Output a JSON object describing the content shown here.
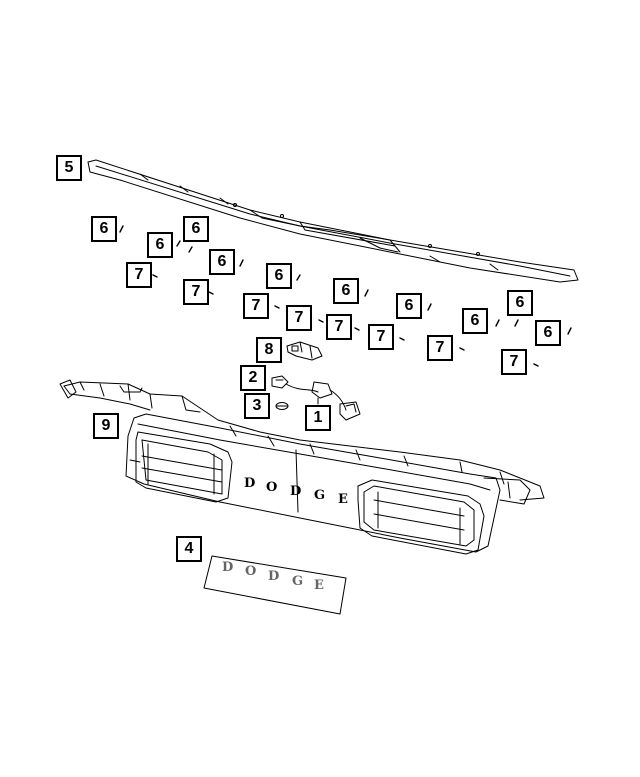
{
  "callouts": {
    "c5": "5",
    "c6a": "6",
    "c6b": "6",
    "c6c": "6",
    "c6d": "6",
    "c6e": "6",
    "c6f": "6",
    "c6g": "6",
    "c6h": "6",
    "c6i": "6",
    "c6j": "6",
    "c7a": "7",
    "c7b": "7",
    "c7c": "7",
    "c7d": "7",
    "c7e": "7",
    "c7f": "7",
    "c7g": "7",
    "c7h": "7",
    "c8": "8",
    "c2": "2",
    "c3": "3",
    "c1": "1",
    "c9": "9",
    "c4": "4"
  },
  "badge": {
    "letters": [
      "D",
      "O",
      "D",
      "G",
      "E"
    ]
  },
  "panel_badge": {
    "letters": [
      "D",
      "O",
      "D",
      "G",
      "E"
    ]
  }
}
